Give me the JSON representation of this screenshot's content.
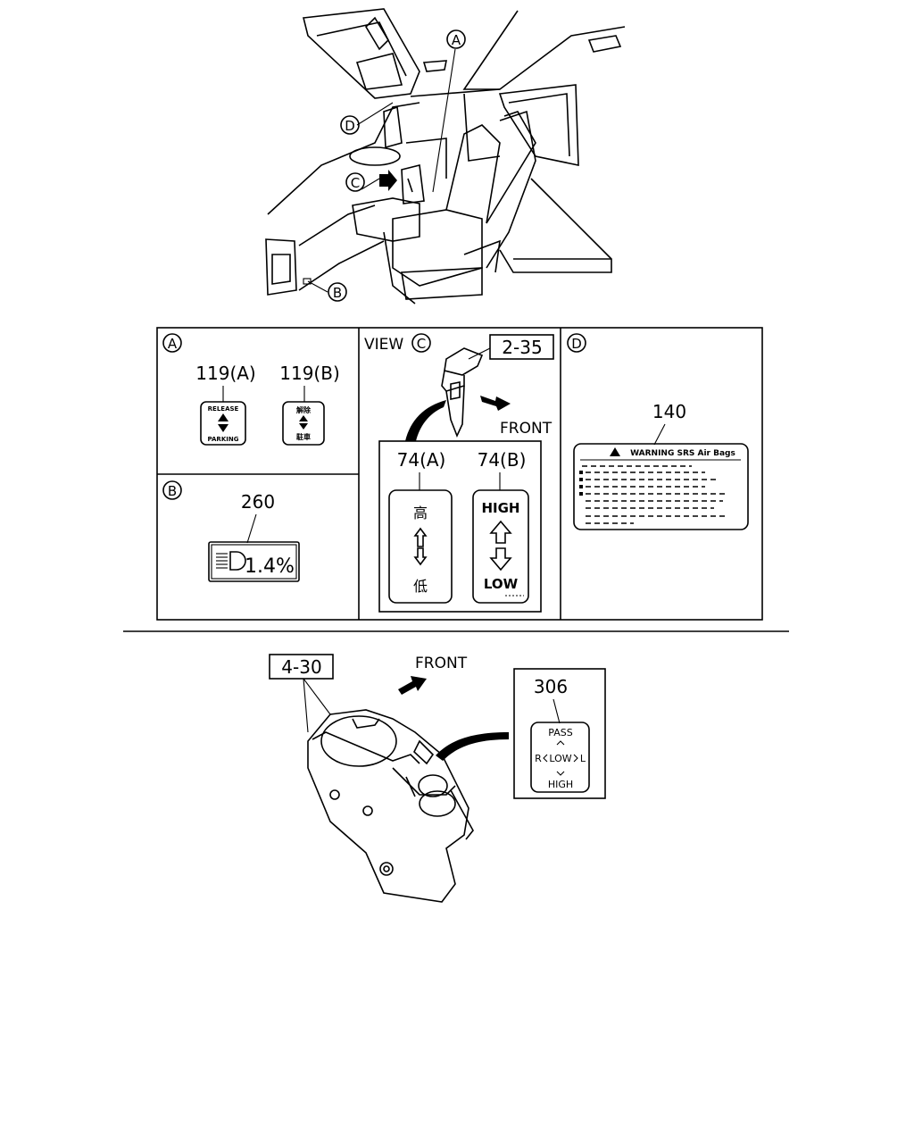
{
  "overview": {
    "callouts": [
      "A",
      "B",
      "C",
      "D"
    ]
  },
  "panels": {
    "a": {
      "letter": "A",
      "part1": "119(A)",
      "part2": "119(B)",
      "label_top": "RELEASE",
      "label_bottom": "PARKING",
      "label_top_jp": "解除",
      "label_bottom_jp": "駐車"
    },
    "b": {
      "letter": "B",
      "part": "260",
      "label": "1.4%"
    },
    "c": {
      "view_prefix": "VIEW",
      "letter": "C",
      "ref": "2-35",
      "front": "FRONT",
      "part1": "74(A)",
      "part2": "74(B)",
      "jp_high": "高",
      "jp_low": "低",
      "high": "HIGH",
      "low": "LOW"
    },
    "d": {
      "letter": "D",
      "part": "140",
      "warning": "WARNING SRS Air Bags"
    }
  },
  "bottom": {
    "ref": "4-30",
    "front": "FRONT",
    "part": "306",
    "pass": "PASS",
    "high": "HIGH",
    "r": "R",
    "low": "LOW",
    "l": "L"
  }
}
